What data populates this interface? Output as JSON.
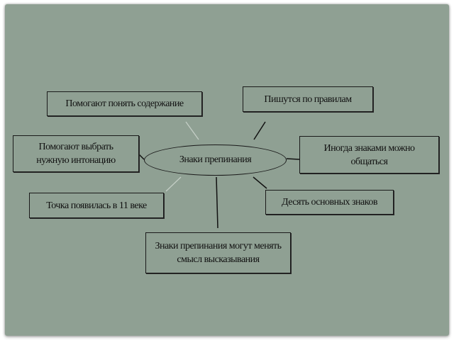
{
  "center": "Знаки препинания",
  "nodes": {
    "understand": "Помогают понять содержание",
    "rules": "Пишутся по правилам",
    "intonation": "Помогают выбрать нужную интонацию",
    "communicate": "Иногда знаками можно общаться",
    "period": "Точка появилась в 11 веке",
    "ten": "Десять основных знаков",
    "meaning": "Знаки препинания могут менять смысл высказывания"
  }
}
